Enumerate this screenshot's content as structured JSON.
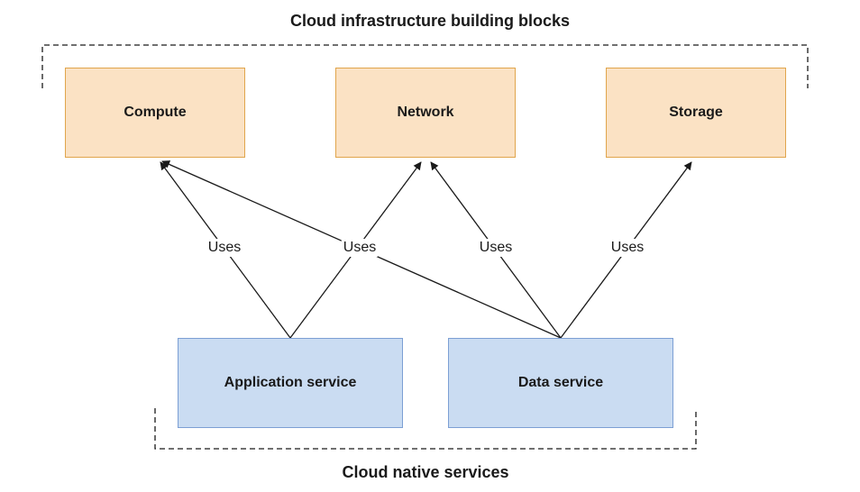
{
  "groups": {
    "infrastructure": {
      "title": "Cloud infrastructure building blocks"
    },
    "native": {
      "title": "Cloud native services"
    }
  },
  "blocks": {
    "compute": "Compute",
    "network": "Network",
    "storage": "Storage"
  },
  "services": {
    "application": "Application service",
    "data": "Data service"
  },
  "edges": [
    {
      "from": "Application service",
      "to": "Compute",
      "label": "Uses"
    },
    {
      "from": "Application service",
      "to": "Network",
      "label": "Uses"
    },
    {
      "from": "Data service",
      "to": "Compute",
      "label": "Uses"
    },
    {
      "from": "Data service",
      "to": "Network",
      "label": "Uses"
    },
    {
      "from": "Data service",
      "to": "Storage",
      "label": "Uses"
    }
  ],
  "edge_labels": [
    "Uses",
    "Uses",
    "Uses",
    "Uses"
  ],
  "colors": {
    "infra_fill": "#fbe2c4",
    "infra_border": "#e0a54c",
    "service_fill": "#cadcf2",
    "service_border": "#7c9fd4",
    "line": "#1a1a1a"
  }
}
